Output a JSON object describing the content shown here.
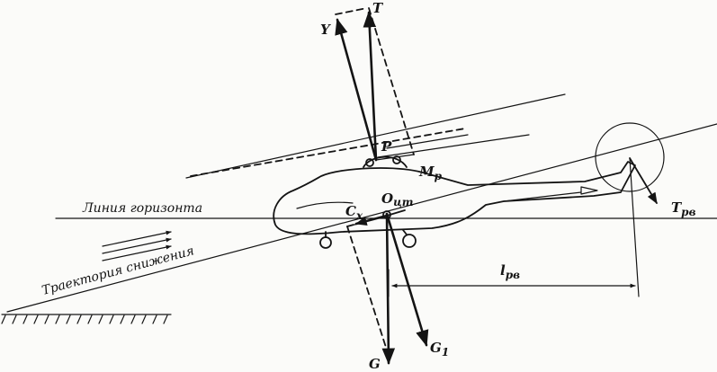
{
  "labels": {
    "horizon_line": "Линия горизонта",
    "descent_trajectory": "Траектория снижения",
    "lift": "Y",
    "thrust": "T",
    "rotor_force": "P",
    "rotor_moment": "M",
    "rotor_moment_sub": "р",
    "drag": "C",
    "drag_sub": "x",
    "center_of_gravity": "O",
    "center_of_gravity_sub": "цт",
    "weight": "G",
    "weight_component": "G",
    "weight_component_sub": "1",
    "tail_rotor_thrust": "T",
    "tail_rotor_thrust_sub": "рв",
    "tail_rotor_arm": "l",
    "tail_rotor_arm_sub": "рв"
  },
  "colors": {
    "ink": "#141414",
    "paper": "#fbfbf9"
  }
}
